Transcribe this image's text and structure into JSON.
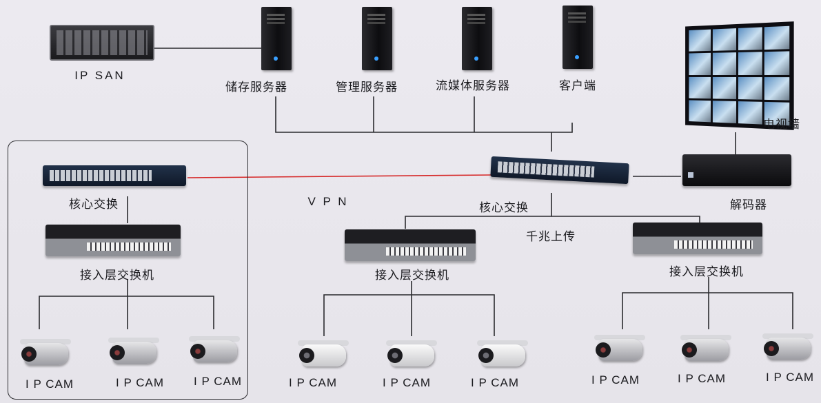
{
  "labels": {
    "ip_san": "IP  SAN",
    "storage_server": "储存服务器",
    "management_server": "管理服务器",
    "streaming_server": "流媒体服务器",
    "client": "客户端",
    "tv_wall": "电视墙",
    "decoder": "解码器",
    "vpn": "V P N",
    "core_switch_left": "核心交换",
    "core_switch_right": "核心交换",
    "gigabit_uplink": "千兆上传",
    "access_switch_left": "接入层交换机",
    "access_switch_mid": "接入层交换机",
    "access_switch_right": "接入层交换机"
  },
  "cameras": [
    "I P CAM",
    "I P CAM",
    "I P CAM",
    "I P CAM",
    "I P CAM",
    "I P CAM",
    "I P CAM",
    "I P CAM",
    "I P CAM"
  ],
  "colors": {
    "vpn_link": "#d62828",
    "wire": "#2a2a2e"
  }
}
